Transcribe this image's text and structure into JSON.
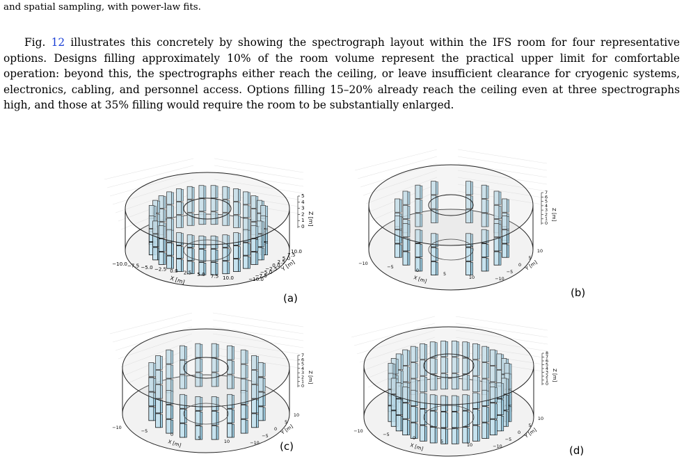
{
  "caption_fragment": "and spatial sampling, with power-law fits.",
  "paragraph": {
    "fig_word": "Fig.",
    "fig_ref": "12",
    "text": " illustrates this concretely by showing the spectrograph layout within the IFS room for four representative options. Designs filling approximately 10% of the room volume represent the practical upper limit for comfortable operation: beyond this, the spectrographs either reach the ceiling, or leave insufficient clearance for cryogenic systems, electronics, cabling, and personnel access. Options filling 15–20% already reach the ceiling even at three spectrographs high, and those at 35% filling would require the room to be substantially enlarged."
  },
  "colors": {
    "box_fill": "#bfe1ef",
    "box_edge": "#111111",
    "room_fill": "#d9d9d9",
    "link": "#1a3fd6"
  },
  "panels": [
    {
      "id": "a",
      "label": "(a)",
      "z_axis_label": "Z [m]",
      "z_ticks": [
        "0",
        "1",
        "2",
        "3",
        "4",
        "5"
      ],
      "x_axis_label": "X [m]",
      "x_ticks": [
        "−10.0",
        "−7.5",
        "−5.0",
        "−2.5",
        "0.0",
        "2.5",
        "5.0",
        "7.5",
        "10.0"
      ],
      "y_axis_label": "Y [m]",
      "y_ticks": [
        "−10.0",
        "−7.5",
        "−5.0",
        "−2.5",
        "0.0",
        "2.5",
        "5.0",
        "7.5",
        "10.0"
      ],
      "tiers": 3,
      "modules": 30
    },
    {
      "id": "b",
      "label": "(b)",
      "z_axis_label": "Z [m]",
      "z_ticks": [
        "0",
        "1",
        "2",
        "3",
        "4",
        "5",
        "6",
        "7"
      ],
      "x_axis_label": "X [m]",
      "x_ticks": [
        "−10",
        "−5",
        "0",
        "5",
        "10"
      ],
      "y_axis_label": "Y [m]",
      "y_ticks": [
        "−10",
        "−5",
        "0",
        "5",
        "10"
      ],
      "tiers": 3,
      "modules": 20
    },
    {
      "id": "c",
      "label": "(c)",
      "z_axis_label": "Z [m]",
      "z_ticks": [
        "0",
        "1",
        "2",
        "3",
        "4",
        "5",
        "6",
        "7"
      ],
      "x_axis_label": "X [m]",
      "x_ticks": [
        "−10",
        "−5",
        "0",
        "5",
        "10"
      ],
      "y_axis_label": "Y [m]",
      "y_ticks": [
        "−10",
        "−5",
        "0",
        "5",
        "10"
      ],
      "tiers": 3,
      "modules": 22
    },
    {
      "id": "d",
      "label": "(d)",
      "z_axis_label": "Z [m]",
      "z_ticks": [
        "0",
        "1",
        "2",
        "3",
        "4",
        "5",
        "6",
        "7",
        "8"
      ],
      "x_axis_label": "X [m]",
      "x_ticks": [
        "−10",
        "−5",
        "0",
        "5",
        "10"
      ],
      "y_axis_label": "Y [m]",
      "y_ticks": [
        "−10",
        "−5",
        "0",
        "5",
        "10"
      ],
      "tiers": 3,
      "modules": 34
    }
  ]
}
